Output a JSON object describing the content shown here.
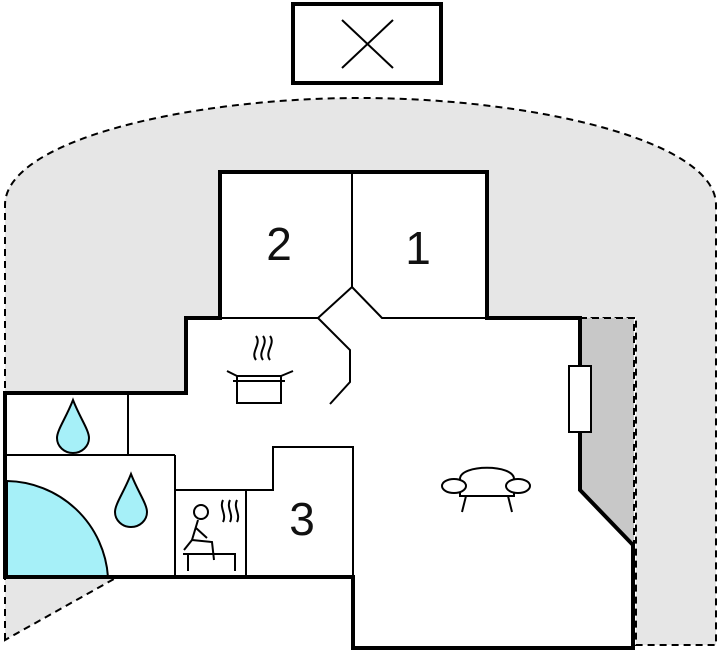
{
  "floor_plan": {
    "rooms": [
      {
        "label": "1"
      },
      {
        "label": "2"
      },
      {
        "label": "3"
      }
    ],
    "icons": {
      "fireplace": "fireplace-icon",
      "kitchen": "cooking-pot-icon",
      "living": "sofa-icon",
      "bathroom_1": "water-drop-icon",
      "bathroom_2": "water-drop-icon",
      "sauna": "sauna-icon",
      "pool": "pool-icon",
      "window": "window-icon"
    },
    "colors": {
      "terrace": "#e6e6e6",
      "annex": "#c8c8c8",
      "water": "#a6f0f8",
      "wall": "#000000"
    }
  }
}
